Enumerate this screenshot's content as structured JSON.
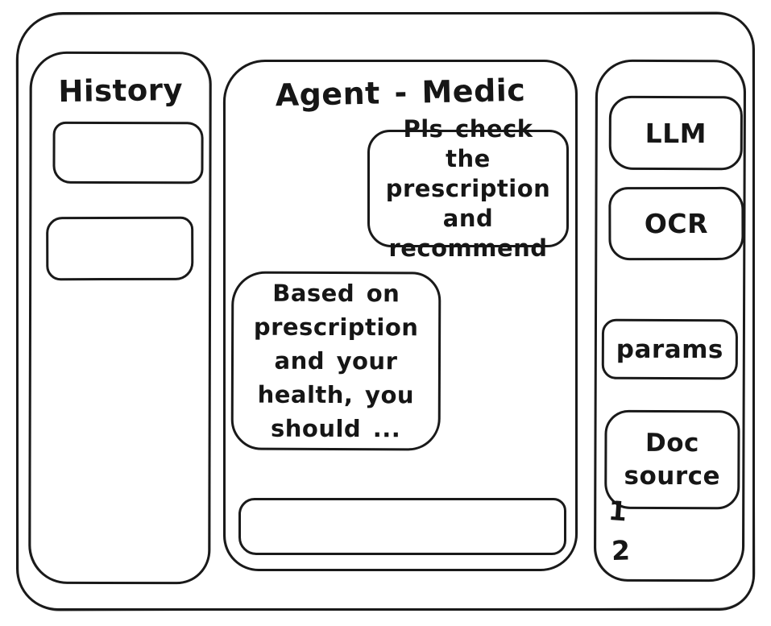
{
  "window": {
    "stroke_color": "#1a1a1a",
    "background_color": "#ffffff"
  },
  "history_panel": {
    "title": "History",
    "items": [
      "",
      ""
    ]
  },
  "chat_panel": {
    "title": "Agent - Medic",
    "messages": [
      {
        "role": "user",
        "text": "Pls check the prescription and recommend"
      },
      {
        "role": "agent",
        "text": "Based on prescription and your health, you should ..."
      }
    ],
    "input": {
      "value": "",
      "placeholder": ""
    }
  },
  "tools_panel": {
    "buttons": [
      {
        "label": "LLM"
      },
      {
        "label": "OCR"
      },
      {
        "label": "params"
      },
      {
        "label": "Doc source"
      }
    ],
    "doc_source_items": [
      "1",
      "2"
    ]
  }
}
